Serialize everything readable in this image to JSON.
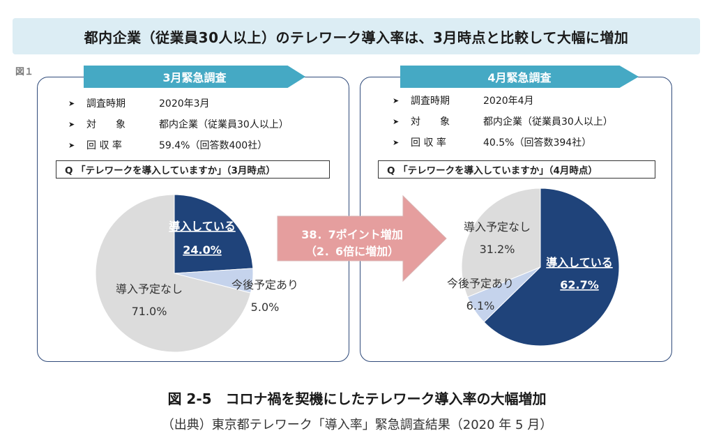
{
  "banner": {
    "title": "都内企業（従業員30人以上）のテレワーク導入率は、3月時点と比較して大幅に増加"
  },
  "figure_label": "図１",
  "left_panel": {
    "ribbon": "3月緊急調査",
    "rows": [
      {
        "bullet": "➤",
        "key": "調査時期",
        "value": "2020年3月"
      },
      {
        "bullet": "➤",
        "key": "対　　象",
        "value": "都内企業（従業員30人以上）"
      },
      {
        "bullet": "➤",
        "key": "回 収 率",
        "value": "59.4%（回答数400社）"
      }
    ],
    "question": "Q 「テレワークを導入していますか」（3月時点）"
  },
  "right_panel": {
    "ribbon": "4月緊急調査",
    "rows": [
      {
        "bullet": "➤",
        "key": "調査時期",
        "value": "2020年4月"
      },
      {
        "bullet": "➤",
        "key": "対　　象",
        "value": "都内企業（従業員30人以上）"
      },
      {
        "bullet": "➤",
        "key": "回 収 率",
        "value": "40.5%（回答数394社）"
      }
    ],
    "question": "Q 「テレワークを導入していますか」（4月時点）"
  },
  "arrow": {
    "line1": "38．7ポイント増加",
    "line2": "（2．6倍に増加）"
  },
  "chart_data": [
    {
      "type": "pie",
      "slices": [
        {
          "label": "導入している",
          "value": 24.0,
          "value_text": "24.0%",
          "color": "#1f437a"
        },
        {
          "label": "今後予定あり",
          "value": 5.0,
          "value_text": "5.0%",
          "color": "#c5d3ec"
        },
        {
          "label": "導入予定なし",
          "value": 71.0,
          "value_text": "71.0%",
          "color": "#dcdcdc"
        }
      ]
    },
    {
      "type": "pie",
      "slices": [
        {
          "label": "導入している",
          "value": 62.7,
          "value_text": "62.7%",
          "color": "#1f437a"
        },
        {
          "label": "今後予定あり",
          "value": 6.1,
          "value_text": "6.1%",
          "color": "#c5d3ec"
        },
        {
          "label": "導入予定なし",
          "value": 31.2,
          "value_text": "31.2%",
          "color": "#dcdcdc"
        }
      ]
    }
  ],
  "caption": {
    "title": "図 2-5　コロナ禍を契機にしたテレワーク導入率の大幅増加",
    "source": "（出典）東京都テレワーク「導入率」緊急調査結果（2020 年 5 月）"
  }
}
